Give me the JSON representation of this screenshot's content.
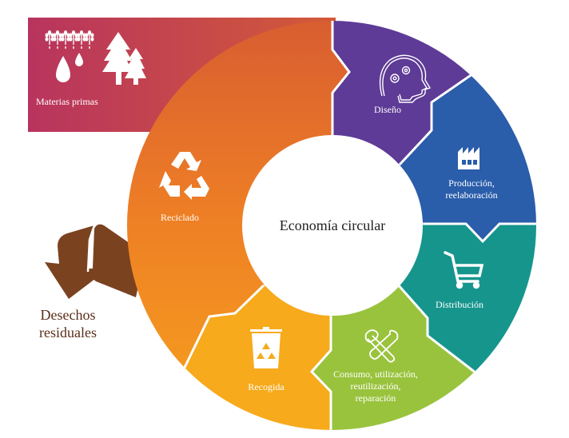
{
  "diagram": {
    "title": "Economía circular",
    "colors": {
      "materias_primas": [
        "#b8365f",
        "#d25a38"
      ],
      "reciclado": [
        "#d95c2f",
        "#f08a24",
        "#f7a11e"
      ],
      "diseno": "#5e3b96",
      "produccion": "#2a5daa",
      "distribucion": "#16958d",
      "consumo": "#99c33d",
      "recogida": "#f6aa1c",
      "desechos": "#7b4220",
      "center": "#ffffff"
    },
    "stages": [
      {
        "id": "materias_primas",
        "label": "Materias primas",
        "icons": [
          "wheat-icon",
          "water-drops-icon",
          "trees-icon"
        ]
      },
      {
        "id": "diseno",
        "label": "Diseño",
        "icon": "head-gears-icon"
      },
      {
        "id": "produccion",
        "label_line1": "Producción,",
        "label_line2": "reelaboración",
        "icon": "factory-icon"
      },
      {
        "id": "distribucion",
        "label": "Distribución",
        "icon": "shopping-cart-icon"
      },
      {
        "id": "consumo",
        "label_line1": "Consumo, utilización,",
        "label_line2": "reutilización,",
        "label_line3": "reparación",
        "icon": "wrench-hammer-icon"
      },
      {
        "id": "recogida",
        "label": "Recogida",
        "icon": "recycle-bin-icon"
      },
      {
        "id": "reciclado",
        "label": "Reciclado",
        "icon": "recycle-icon"
      }
    ],
    "waste": {
      "label_line1": "Desechos",
      "label_line2": "residuales",
      "icon": "down-arrow-icon"
    }
  }
}
